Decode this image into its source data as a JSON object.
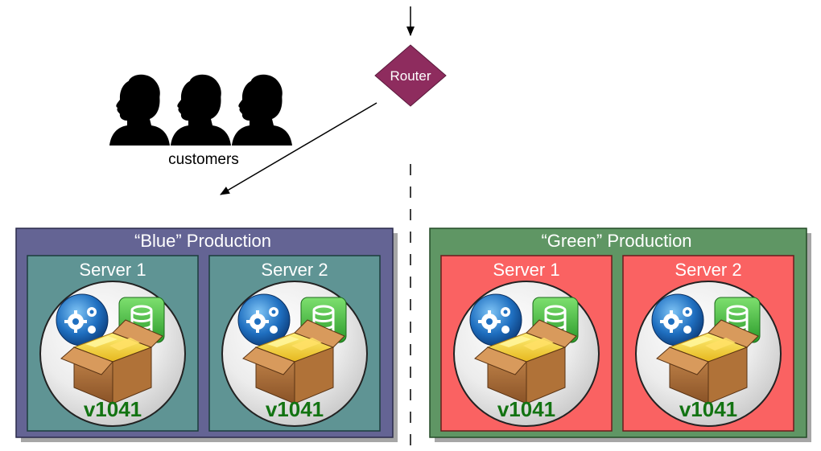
{
  "router": {
    "label": "Router",
    "color": "#8e2c5e"
  },
  "customers": {
    "label": "customers",
    "figure_count": 3
  },
  "environments": [
    {
      "title": "“Blue” Production",
      "frame_color": "#646494",
      "server_color": "#5f9494",
      "servers": [
        {
          "name": "Server 1",
          "version": "v1041"
        },
        {
          "name": "Server 2",
          "version": "v1041"
        }
      ]
    },
    {
      "title": "“Green” Production",
      "frame_color": "#5f9664",
      "server_color": "#fa6262",
      "servers": [
        {
          "name": "Server 1",
          "version": "v1041"
        },
        {
          "name": "Server 2",
          "version": "v1041"
        }
      ]
    }
  ],
  "icons": [
    "gears-globe-icon",
    "database-icon",
    "package-box-icon",
    "person-silhouette-icon"
  ],
  "version_color": "#137312"
}
